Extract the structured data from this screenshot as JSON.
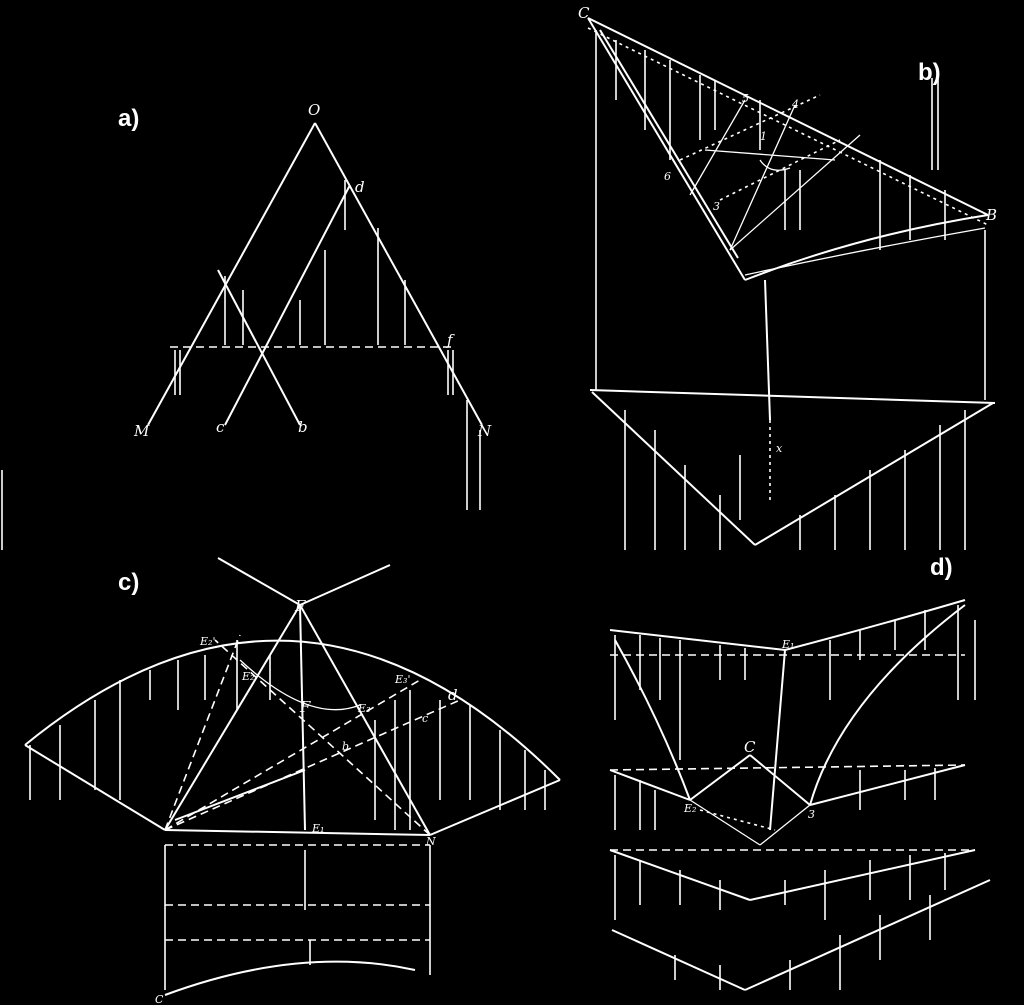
{
  "panels": {
    "a": {
      "label": "a)",
      "points": {
        "O": "O",
        "d": "d",
        "M": "M",
        "c": "c",
        "b": "b",
        "N": "N",
        "f": "f"
      }
    },
    "b": {
      "label": "b)",
      "points": {
        "C": "C",
        "B": "B",
        "n5": "5",
        "n4": "4",
        "n1": "1",
        "n6": "6",
        "n3": "3",
        "x": "x"
      }
    },
    "c": {
      "label": "c)",
      "points": {
        "F": "F",
        "E2p": "E₂'",
        "E2": "E₂",
        "E3p": "E₃'",
        "E3": "E₃",
        "d": "d",
        "c": "c",
        "b": "b",
        "E1": "E₁",
        "N": "N",
        "C": "C"
      }
    },
    "d": {
      "label": "d)",
      "points": {
        "E1": "E₁",
        "C": "C",
        "E2": "E₂",
        "n3": "3"
      }
    }
  }
}
